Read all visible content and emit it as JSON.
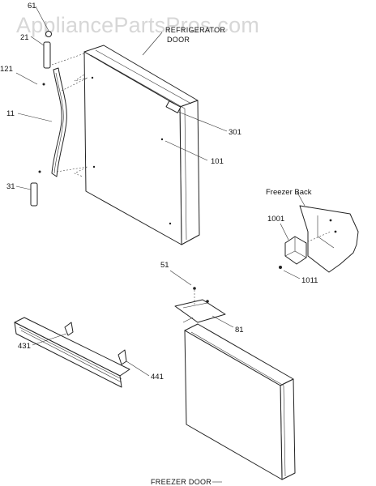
{
  "watermark": "AppliancePartsPros.com",
  "titles": {
    "refrigerator_door_line1": "REFRIGERATOR",
    "refrigerator_door_line2": "DOOR",
    "freezer_back": "Freezer Back",
    "freezer_door": "FREEZER DOOR"
  },
  "callouts": {
    "p61": "61",
    "p21": "21",
    "p121": "121",
    "p11": "11",
    "p31": "31",
    "p301": "301",
    "p101": "101",
    "p1001": "1001",
    "p1011": "1011",
    "p51": "51",
    "p81": "81",
    "p431": "431",
    "p441": "441"
  }
}
